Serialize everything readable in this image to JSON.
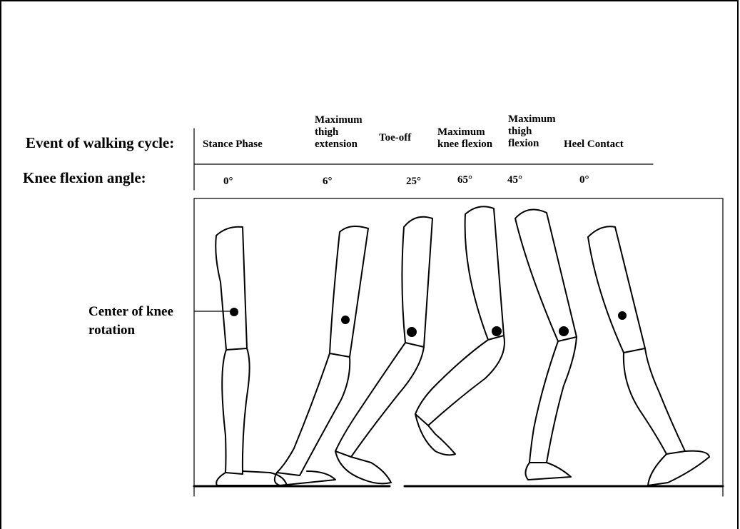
{
  "labels": {
    "event_row": "Event of walking cycle:",
    "angle_row": "Knee flexion angle:",
    "knee_center_line1": "Center of knee",
    "knee_center_line2": "rotation"
  },
  "events": [
    {
      "lines": [
        "Stance Phase"
      ]
    },
    {
      "lines": [
        "Maximum",
        "thigh",
        "extension"
      ]
    },
    {
      "lines": [
        "Toe-off"
      ]
    },
    {
      "lines": [
        "Maximum",
        "knee flexion"
      ]
    },
    {
      "lines": [
        "Maximum",
        "thigh",
        "flexion"
      ]
    },
    {
      "lines": [
        "Heel Contact"
      ]
    }
  ],
  "angles": [
    "0°",
    "6°",
    "25°",
    "65°",
    "45°",
    "0°"
  ],
  "colors": {
    "ink": "#000000",
    "background": "#ffffff"
  }
}
